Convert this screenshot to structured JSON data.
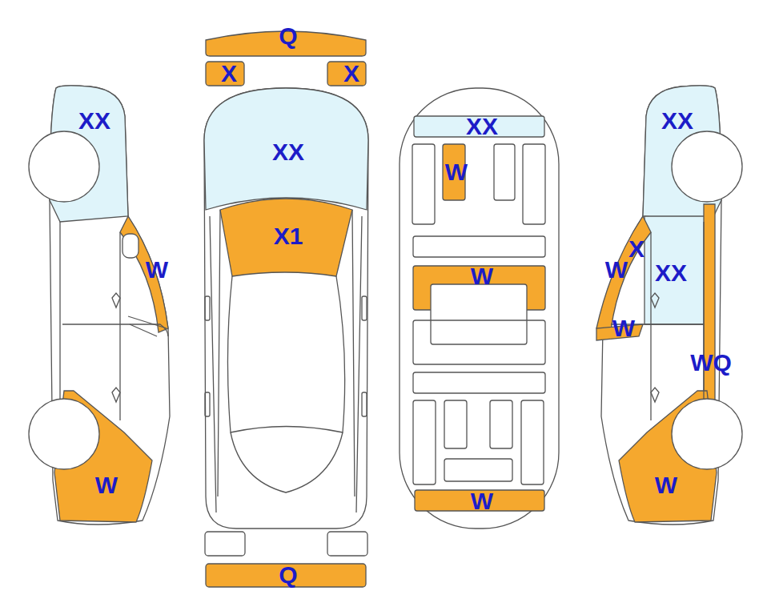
{
  "diagram": {
    "labels": [
      "Q",
      "X",
      "X",
      "XX",
      "XX",
      "XX",
      "XX",
      "W",
      "X1",
      "W",
      "X",
      "W",
      "W",
      "XX",
      "W",
      "WQ",
      "W",
      "W",
      "W",
      "Q"
    ]
  }
}
